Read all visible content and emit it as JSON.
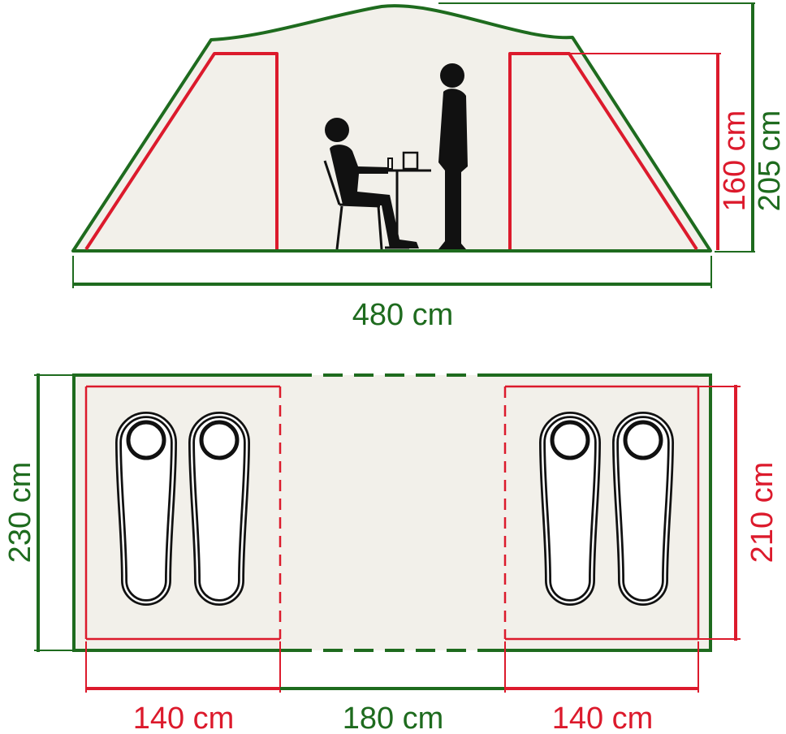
{
  "colors": {
    "green": "#1e6b1e",
    "red": "#dc1a2c",
    "fill": "#f2f0ea",
    "ink": "#111111"
  },
  "side_view": {
    "length_label": "480 cm",
    "height_label": "205 cm",
    "bedroom_height_label": "160 cm"
  },
  "floor_plan": {
    "width_label": "230 cm",
    "bedroom_depth_label": "210 cm",
    "left_bedroom_label": "140 cm",
    "living_area_label": "180 cm",
    "right_bedroom_label": "140 cm",
    "sleeping_bag_icons": [
      "sleeping-bag-icon",
      "sleeping-bag-icon",
      "sleeping-bag-icon",
      "sleeping-bag-icon"
    ]
  }
}
